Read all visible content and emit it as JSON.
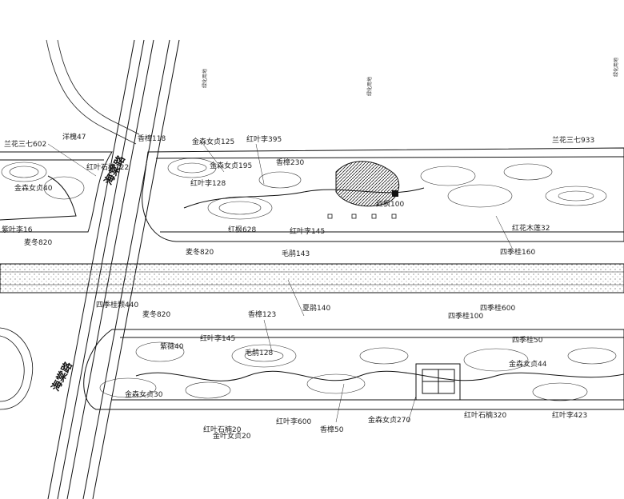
{
  "title": "",
  "road_names": {
    "top": "海棠路",
    "bottom": "海棠路"
  },
  "labels_top": [
    "兰花三七602",
    "洋槐47",
    "金森女贞40",
    "红叶石楠122",
    "麦冬820",
    "紫叶李16",
    "香樟118",
    "金森女贞125",
    "红叶李395",
    "金森女贞195",
    "香樟230",
    "红叶李128",
    "红枫628",
    "红叶李145",
    "毛鹃143",
    "麦冬820",
    "红枫100",
    "四季桂160",
    "兰花三七933",
    "红花木莲32"
  ],
  "labels_bottom": [
    "四季桂颗440",
    "麦冬820",
    "香樟123",
    "四季桂100",
    "四季桂600",
    "红叶李145",
    "金森女贞30",
    "红叶石楠20",
    "金叶女贞20",
    "红叶李600",
    "香樟50",
    "金森女贞270",
    "四季桂50",
    "金森女贞44",
    "红叶李423",
    "紫薇40",
    "毛鹃128",
    "红叶石楠320"
  ],
  "labels_median": [
    "夏鹃140"
  ],
  "labels_vertical": [
    "绿化用地",
    "绿化用地",
    "绿化用地"
  ],
  "colors": {
    "line": "#1a1a1a",
    "hatch": "#333333"
  }
}
